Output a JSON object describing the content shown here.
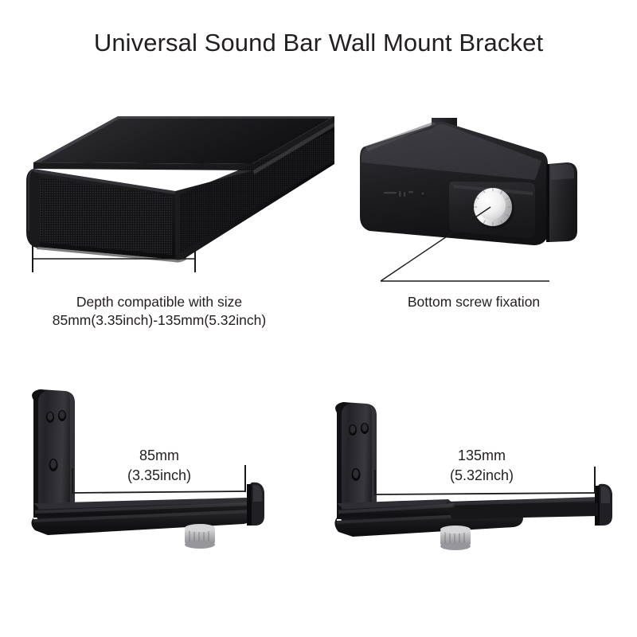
{
  "page": {
    "title": "Universal Sound Bar Wall Mount Bracket",
    "background_color": "#ffffff",
    "text_color": "#231f20"
  },
  "figures": {
    "soundbar": {
      "name": "sound-bar",
      "description": "Black sound bar shown in three-quarter perspective with glossy top panel and perforated mesh grille front",
      "body_color": "#141414",
      "top_color": "#2a2a2d",
      "grille_color": "#1b1b1b",
      "dimension_line_color": "#1a1a1a"
    },
    "clamp": {
      "name": "wall-mount-clamp",
      "description": "Black wall mount clamp viewed from the side with a silver knurled thumbscrew on the lower face",
      "body_color": "#242426",
      "screw_color": "#e9e9ea",
      "leader_line_color": "#1a1a1a"
    },
    "bracket_small": {
      "name": "bracket-retracted",
      "description": "L-shaped black bracket in retracted position with mounting holes in the vertical plate and a silver thumbscrew beneath the arm",
      "body_color": "#1e1e20",
      "screw_color": "#bdbdbd",
      "dimension_line_color": "#1a1a1a"
    },
    "bracket_large": {
      "name": "bracket-extended",
      "description": "L-shaped black bracket with the telescoping arm fully extended and a silver thumbscrew beneath the arm",
      "body_color": "#1e1e20",
      "screw_color": "#bdbdbd",
      "dimension_line_color": "#1a1a1a"
    }
  },
  "captions": {
    "depth": {
      "line1": "Depth compatible with size",
      "line2": "85mm(3.35inch)-135mm(5.32inch)"
    },
    "screw": {
      "line1": "Bottom screw fixation"
    }
  },
  "dimensions": {
    "retracted": {
      "metric": "85mm",
      "imperial": "(3.35inch)"
    },
    "extended": {
      "metric": "135mm",
      "imperial": "(5.32inch)"
    }
  }
}
